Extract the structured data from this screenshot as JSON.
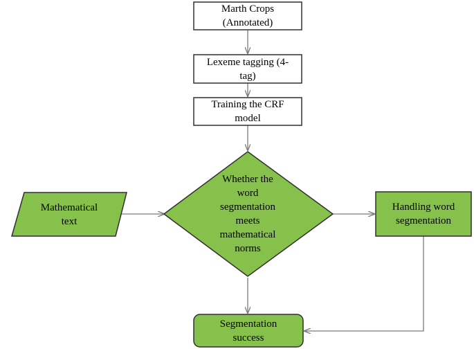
{
  "diagram": {
    "type": "flowchart",
    "colors": {
      "fill": "#86c24b",
      "stroke": "#2f2f2f",
      "box_fill": "#ffffff",
      "arrow": "#7a7a7a"
    },
    "nodes": {
      "marth_crops": "Marth Crops\n(Annotated)",
      "lexeme_tagging": "Lexeme tagging (4-\ntag)",
      "training_crf": "Training the CRF\nmodel",
      "decision": "Whether the\nword\nsegmentation\nmeets\nmathematical\nnorms",
      "math_text": "Mathematical\ntext",
      "handling": "Handling word\nsegmentation",
      "success": "Segmentation\nsuccess"
    }
  }
}
